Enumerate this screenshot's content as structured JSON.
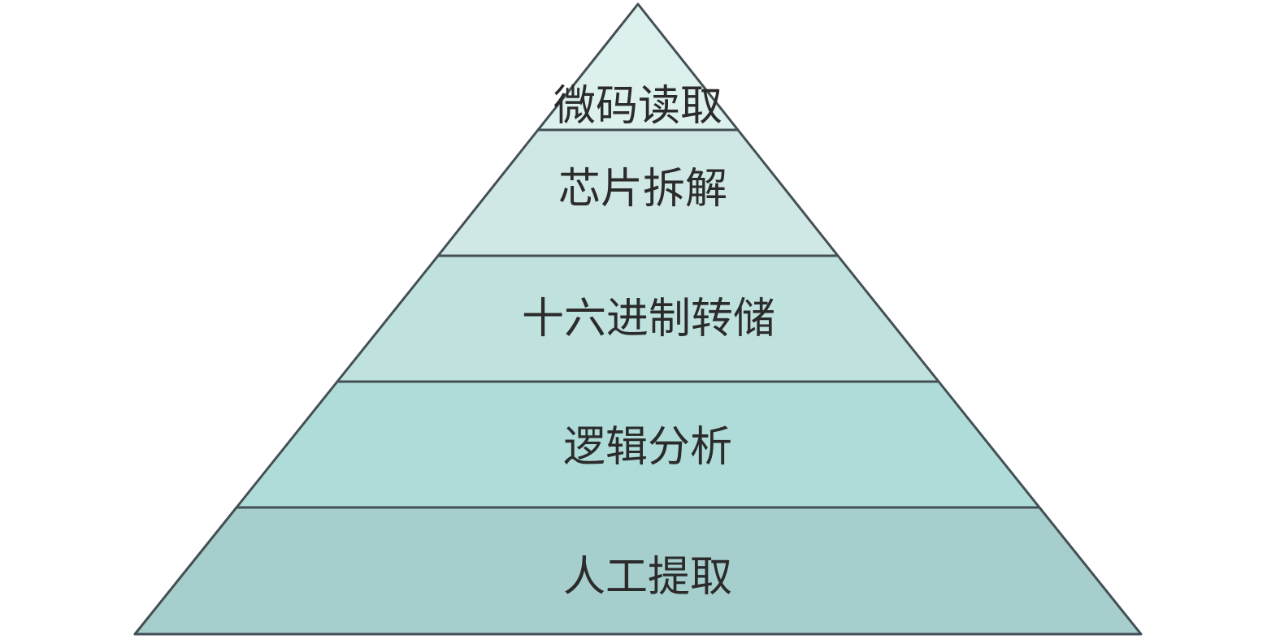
{
  "pyramid": {
    "tiers": [
      {
        "label": "微码读取",
        "fill": "#dcf0ed"
      },
      {
        "label": "芯片拆解",
        "fill": "#cfe8e5"
      },
      {
        "label": "十六进制转储",
        "fill": "#bfe2df"
      },
      {
        "label": "逻辑分析",
        "fill": "#afdcd8"
      },
      {
        "label": "人工提取",
        "fill": "#a5cecc"
      }
    ],
    "outline_color": "#444f56"
  }
}
